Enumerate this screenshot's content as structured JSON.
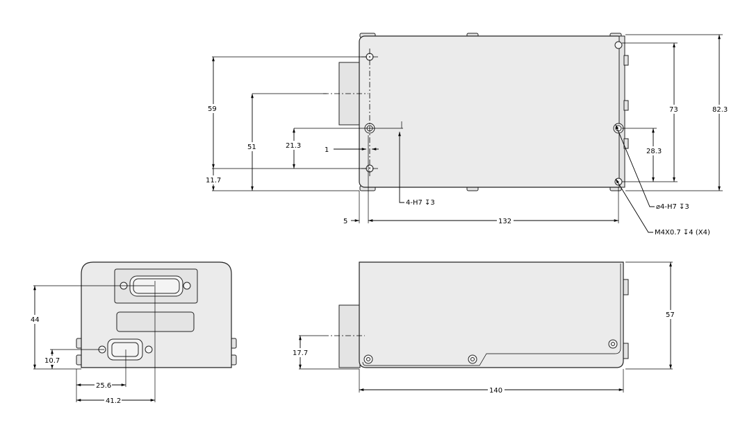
{
  "drawing": {
    "top_view": {
      "dimensions": {
        "d59": "59",
        "d11_7": "11.7",
        "d51": "51",
        "d21_3": "21.3",
        "d1": "1",
        "d5": "5",
        "d132": "132",
        "d28_3": "28.3",
        "d73": "73",
        "d82_3": "82.3"
      },
      "callouts": {
        "pin_holes_left": "4-H7 ↧3",
        "pin_holes_right": "⌀4-H7 ↧3",
        "tapped_holes": "M4X0.7 ↧4 (X4)"
      }
    },
    "front_view": {
      "dimensions": {
        "d44": "44",
        "d10_7": "10.7",
        "d25_6": "25.6",
        "d41_2": "41.2"
      }
    },
    "side_view": {
      "dimensions": {
        "d57": "57",
        "d17_7": "17.7",
        "d140": "140"
      }
    }
  }
}
